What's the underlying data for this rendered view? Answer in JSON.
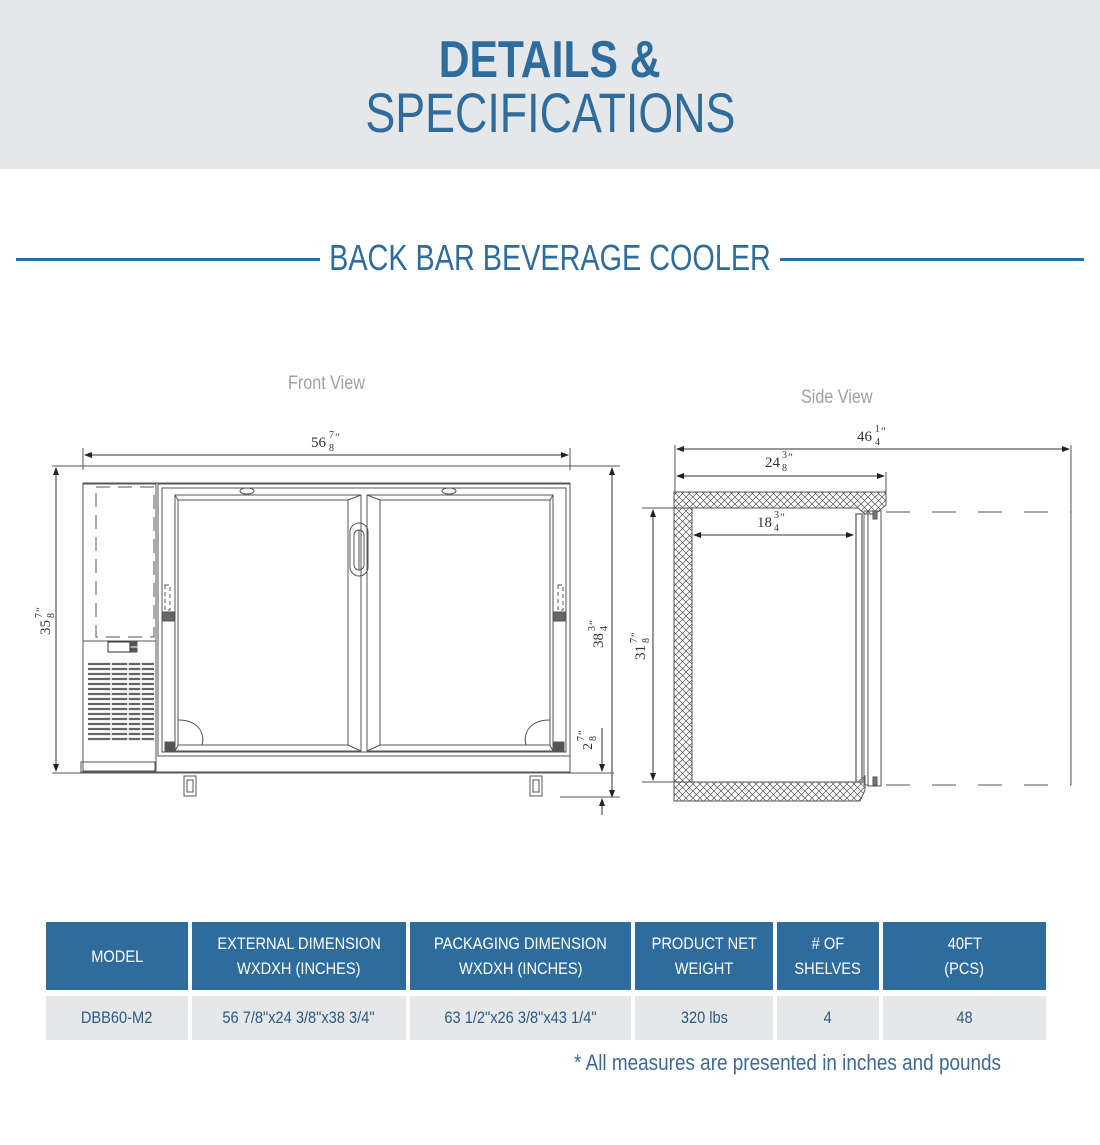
{
  "header": {
    "title_line1": "DETAILS &",
    "title_line2": "SPECIFICATIONS",
    "background_color": "#e6e7e9",
    "accent_color": "#2e6c9e"
  },
  "section": {
    "heading": "BACK BAR BEVERAGE COOLER"
  },
  "drawings": {
    "front_view": {
      "label": "Front View",
      "dimensions": {
        "width": {
          "whole": "56",
          "num": "7",
          "den": "8",
          "unit": "″"
        },
        "cabinet_height": {
          "whole": "35",
          "num": "7",
          "den": "8",
          "unit": "″"
        },
        "overall_height": {
          "whole": "38",
          "num": "3",
          "den": "4",
          "unit": "″"
        },
        "caster_height": {
          "whole": "2",
          "num": "7",
          "den": "8",
          "unit": "″"
        }
      }
    },
    "side_view": {
      "label": "Side View",
      "dimensions": {
        "door_open_depth": {
          "whole": "46",
          "num": "1",
          "den": "4",
          "unit": "″"
        },
        "depth": {
          "whole": "24",
          "num": "3",
          "den": "8",
          "unit": "″"
        },
        "interior_depth": {
          "whole": "18",
          "num": "3",
          "den": "4",
          "unit": "″"
        },
        "interior_height": {
          "whole": "31",
          "num": "7",
          "den": "8",
          "unit": "″"
        }
      }
    }
  },
  "spec_table": {
    "headers": [
      {
        "line1": "MODEL",
        "line2": ""
      },
      {
        "line1": "EXTERNAL DIMENSION",
        "line2": "WXDXH (INCHES)"
      },
      {
        "line1": "PACKAGING DIMENSION",
        "line2": "WXDXH (INCHES)"
      },
      {
        "line1": "PRODUCT NET",
        "line2": "WEIGHT"
      },
      {
        "line1": "# OF",
        "line2": "SHELVES"
      },
      {
        "line1": "40FT",
        "line2": "(PCS)"
      }
    ],
    "rows": [
      {
        "model": "DBB60-M2",
        "external_dimension": "56 7/8\"x24 3/8\"x38 3/4\"",
        "packaging_dimension": "63 1/2\"x26 3/8\"x43 1/4\"",
        "net_weight": "320 lbs",
        "shelves": "4",
        "container_40ft_pcs": "48"
      }
    ]
  },
  "footnote": "* All measures are presented in inches and pounds"
}
